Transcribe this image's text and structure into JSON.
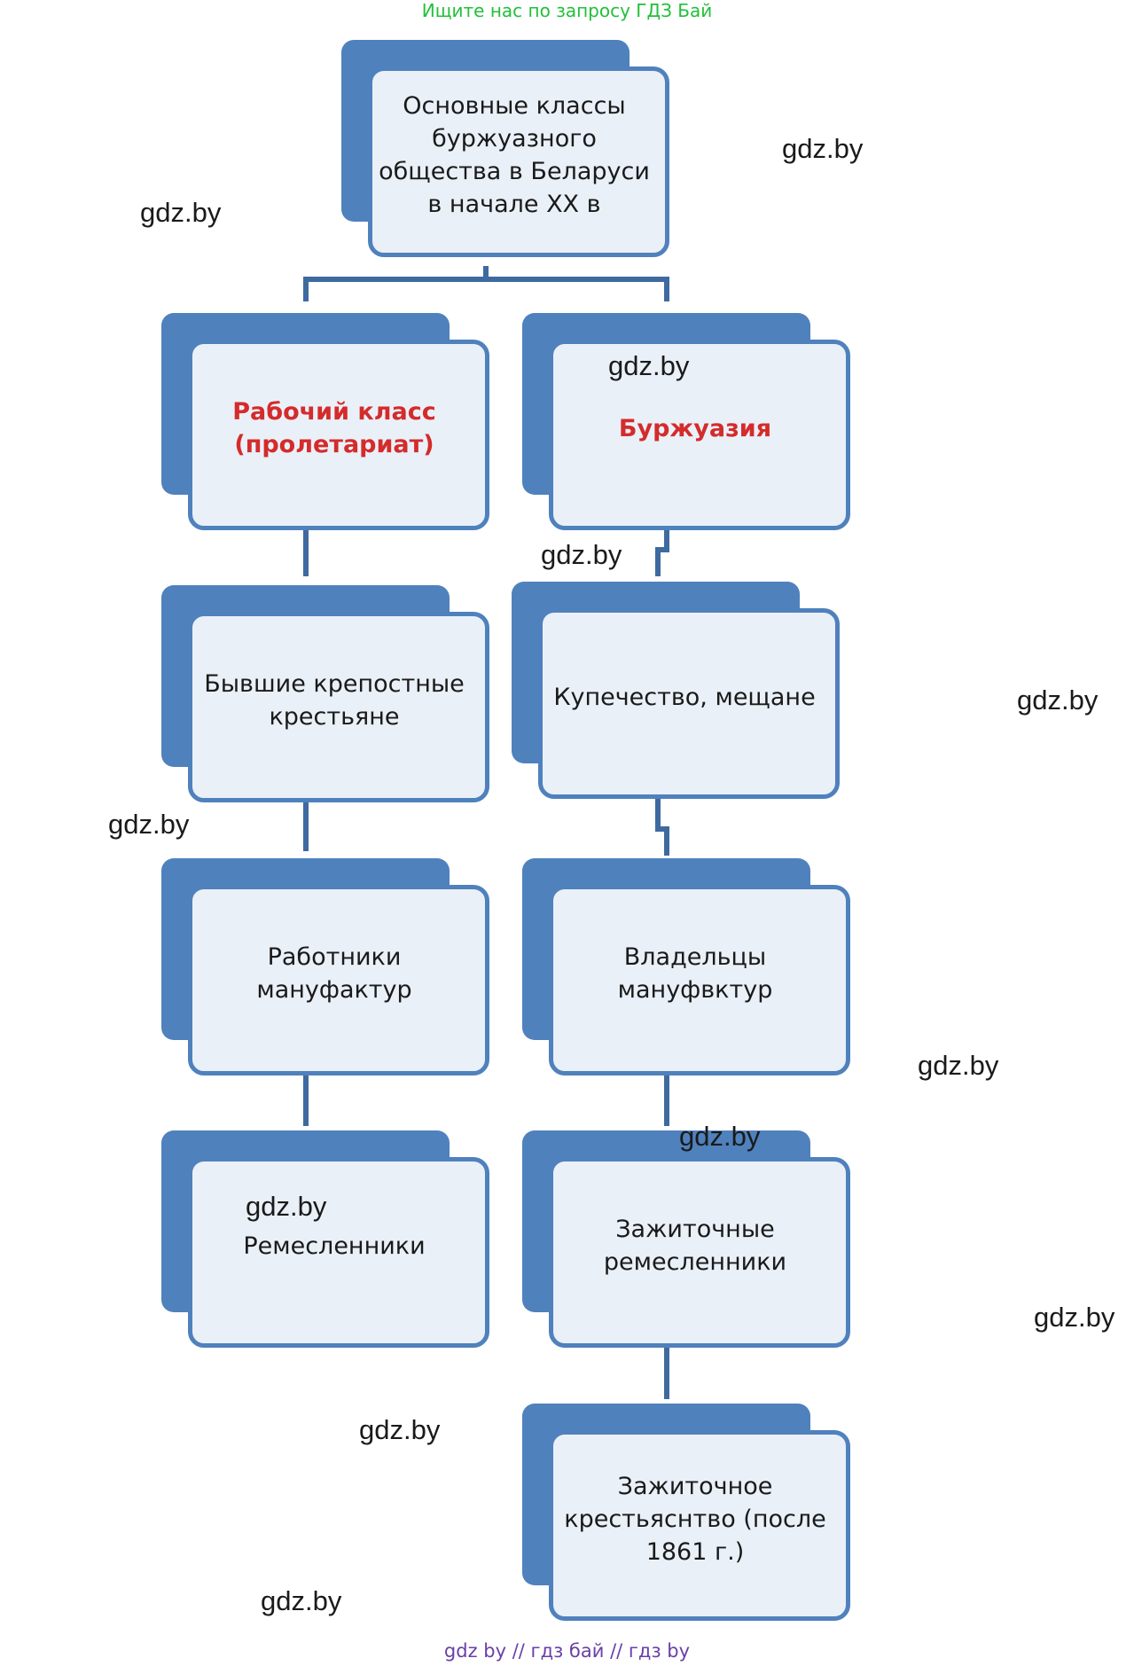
{
  "banner": "Ищите нас по запросу ГДЗ Бай",
  "footer": "gdz by  //  гдз бай  //  гдз by",
  "watermark": "gdz.by",
  "nodes": {
    "root": "Основные классы буржуазного общества в Беларуси в начале XX в",
    "workers": "Рабочий класс (пролетариат)",
    "bourgeoisie": "Буржуазия",
    "former_serfs": "Бывшие крепостные крестьяне",
    "merchants": "Купечество, мещане",
    "manufactory_workers": "Работники мануфактур",
    "manufactory_owners": "Владельцы мануфвктур",
    "artisans": "Ремесленники",
    "wealthy_artisans": "Зажиточные ремесленники",
    "wealthy_peasants": "Зажиточное крестьяснтво (после 1861 г.)"
  },
  "colors": {
    "box_dark": "#4f81bd",
    "box_light": "#eaf0f8",
    "connector": "#3f6aa0",
    "emphasis": "#d42b2b"
  }
}
